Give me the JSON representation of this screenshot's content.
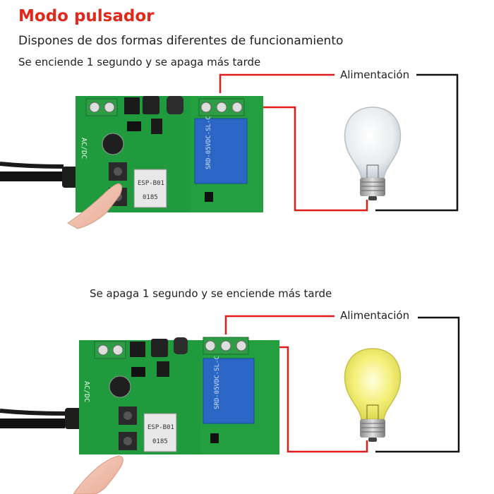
{
  "title": "Modo pulsador",
  "subtitle": "Dispones de dos formas diferentes de funcionamiento",
  "scenes": [
    {
      "caption": "Se enciende 1 segundo y se apaga más tarde",
      "power_label": "Alimentación",
      "bulb_state": "off",
      "module_text": "ESP-B01",
      "relay_text": "SRD-05VDC-SL-C",
      "chip_code": "0185",
      "ac_dc_text": "AC/DC"
    },
    {
      "caption": "Se apaga 1 segundo y se enciende más tarde",
      "power_label": "Alimentación",
      "bulb_state": "on",
      "module_text": "ESP-B01",
      "relay_text": "SRD-05VDC-SL-C",
      "chip_code": "0185",
      "ac_dc_text": "AC/DC"
    }
  ],
  "colors": {
    "title": "#e0281c",
    "wire_live": "#e01b1b",
    "wire_neutral": "#111111",
    "pcb": "#1f9a3c",
    "relay": "#2c66c4",
    "terminal": "#2e9b45",
    "bulb_on": "#f3ef63"
  },
  "icons": [
    "relay-board-icon",
    "hand-icon",
    "usb-cable-icon",
    "light-bulb-icon"
  ]
}
